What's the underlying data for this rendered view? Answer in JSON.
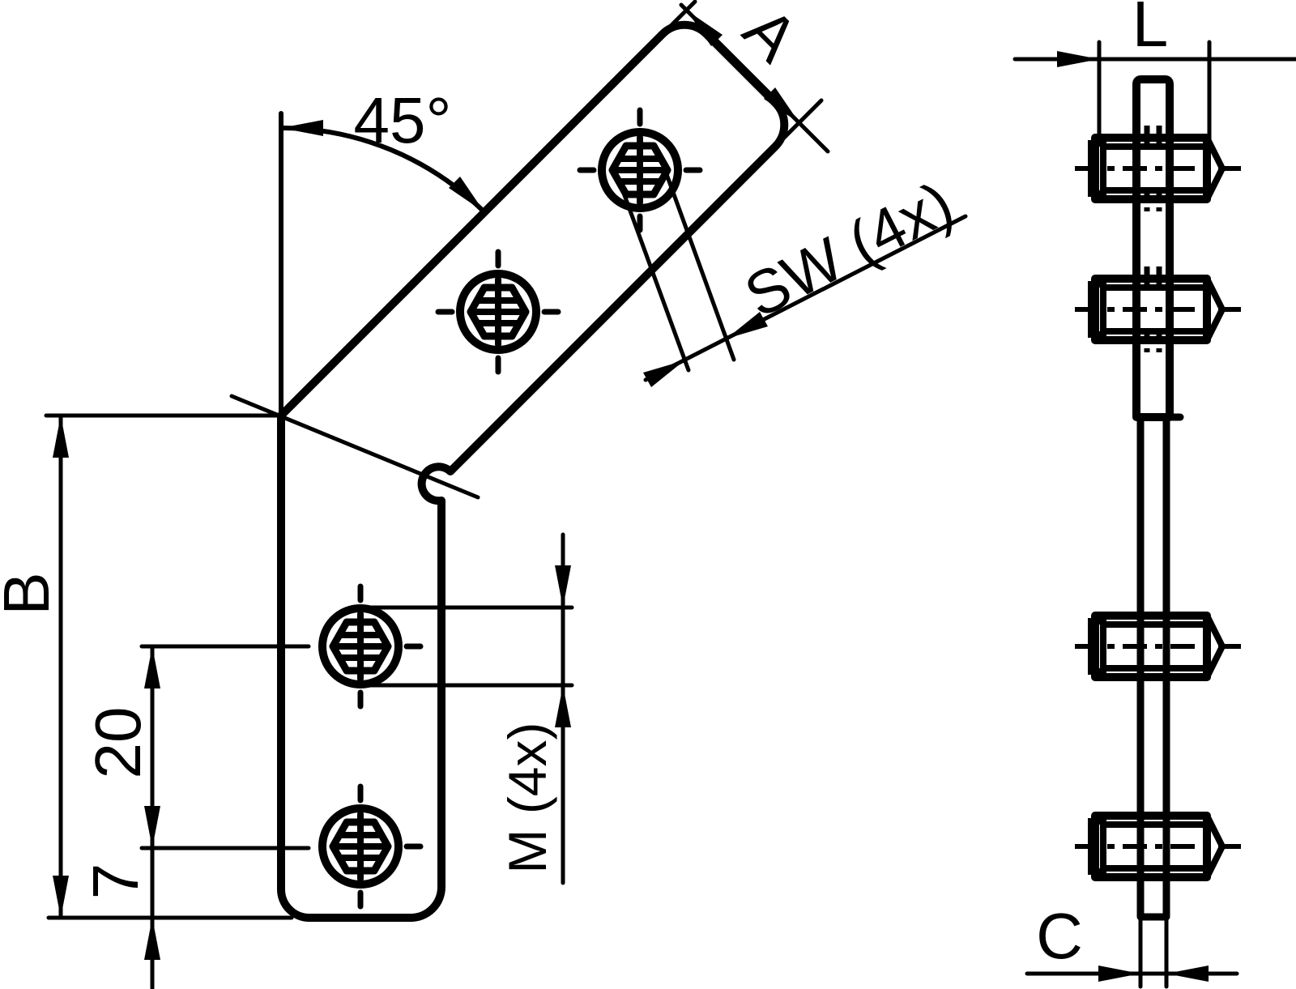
{
  "drawing": {
    "labels": {
      "angle": "45°",
      "width_a": "A",
      "socket_sw": "SW (4x)",
      "height_b": "B",
      "spacing_20": "20",
      "offset_7": "7",
      "thread_m": "M (4x)",
      "length_l": "L",
      "thickness_c": "C"
    },
    "colors": {
      "line": "#000000",
      "background": "#ffffff"
    }
  }
}
